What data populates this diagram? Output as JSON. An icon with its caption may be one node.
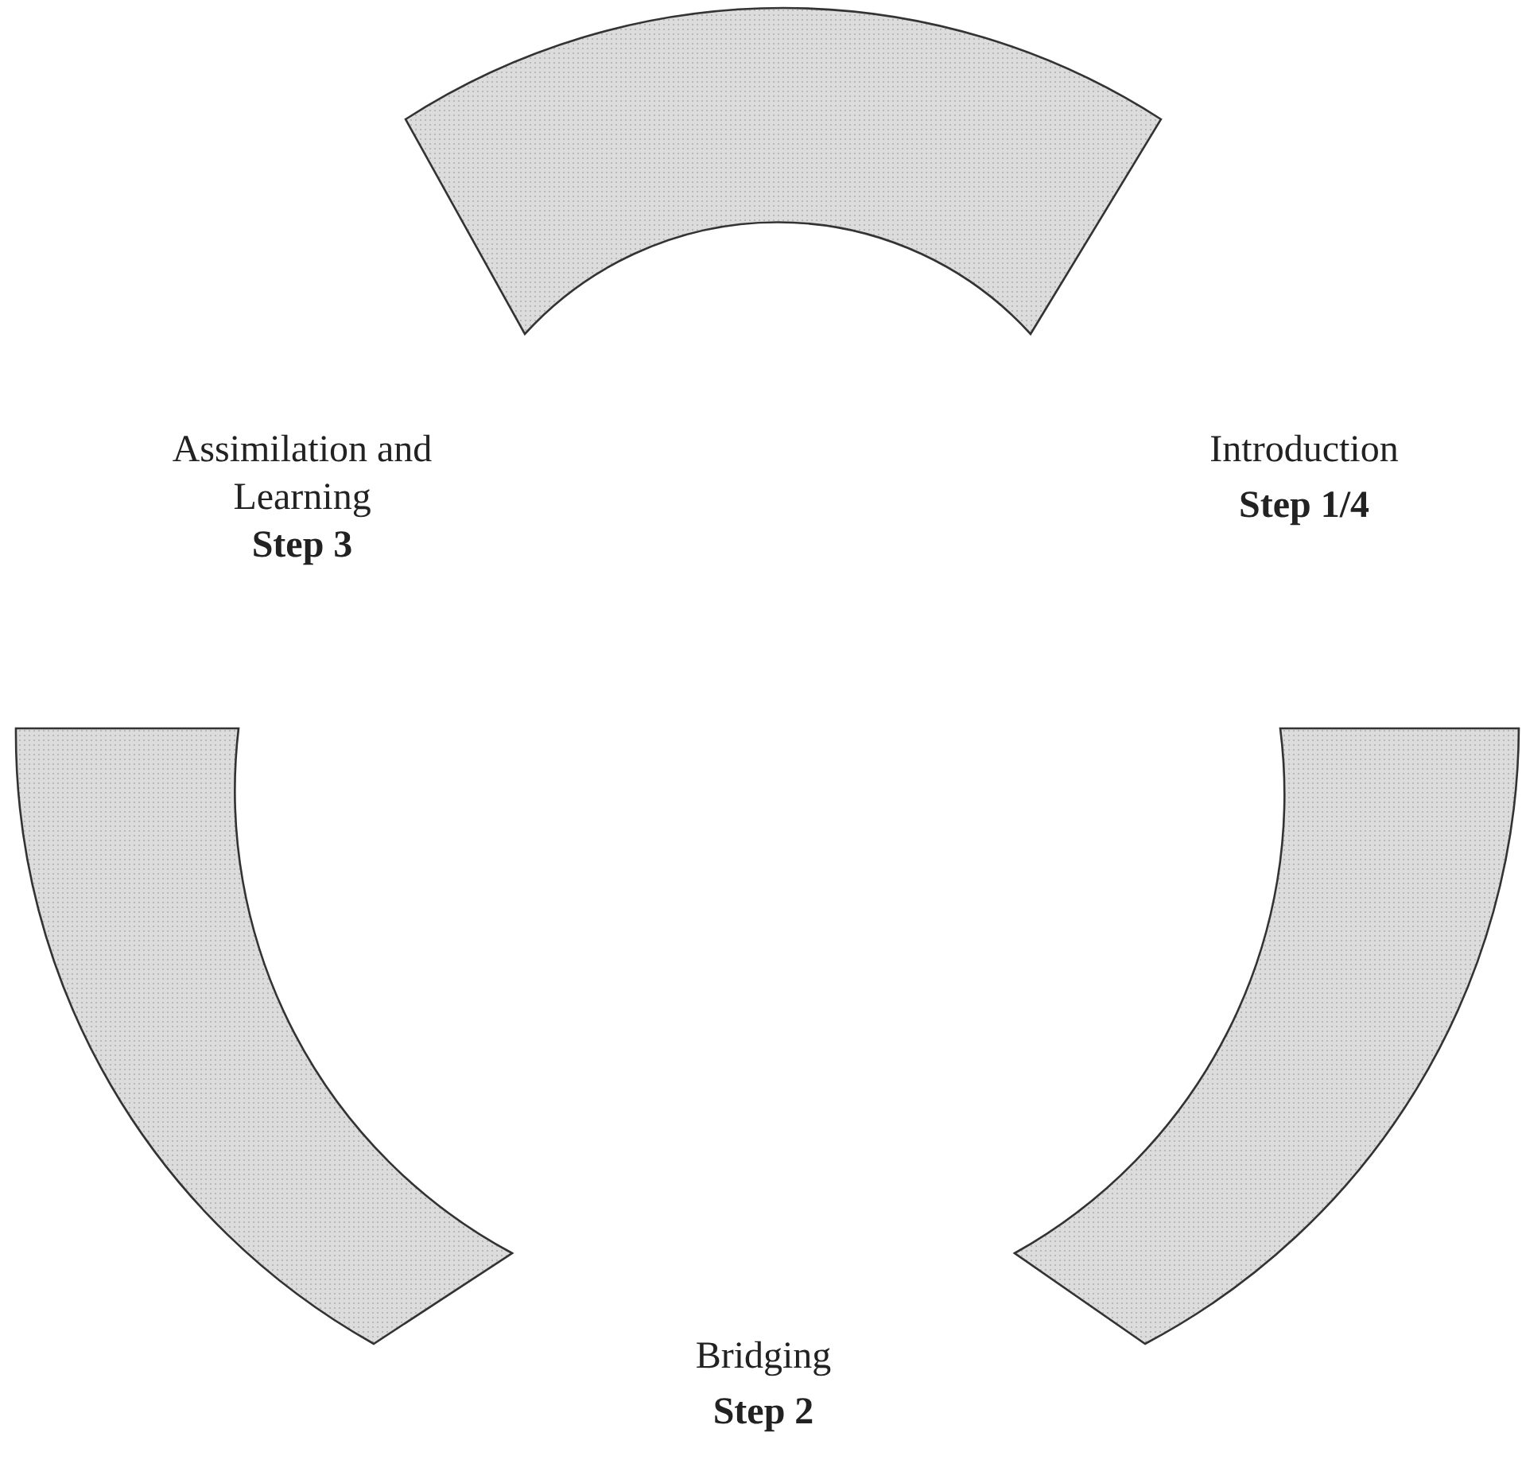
{
  "diagram": {
    "nodes": [
      {
        "text": [],
        "shape": "arc"
      },
      {
        "text": [],
        "shape": "arc"
      },
      {
        "text": [],
        "shape": "arc"
      }
    ],
    "edges": [],
    "labels": [
      "Assimilation and Learning",
      "Step 3",
      "Introduction",
      "Step 1/4",
      "Bridging",
      "Step 2"
    ]
  }
}
